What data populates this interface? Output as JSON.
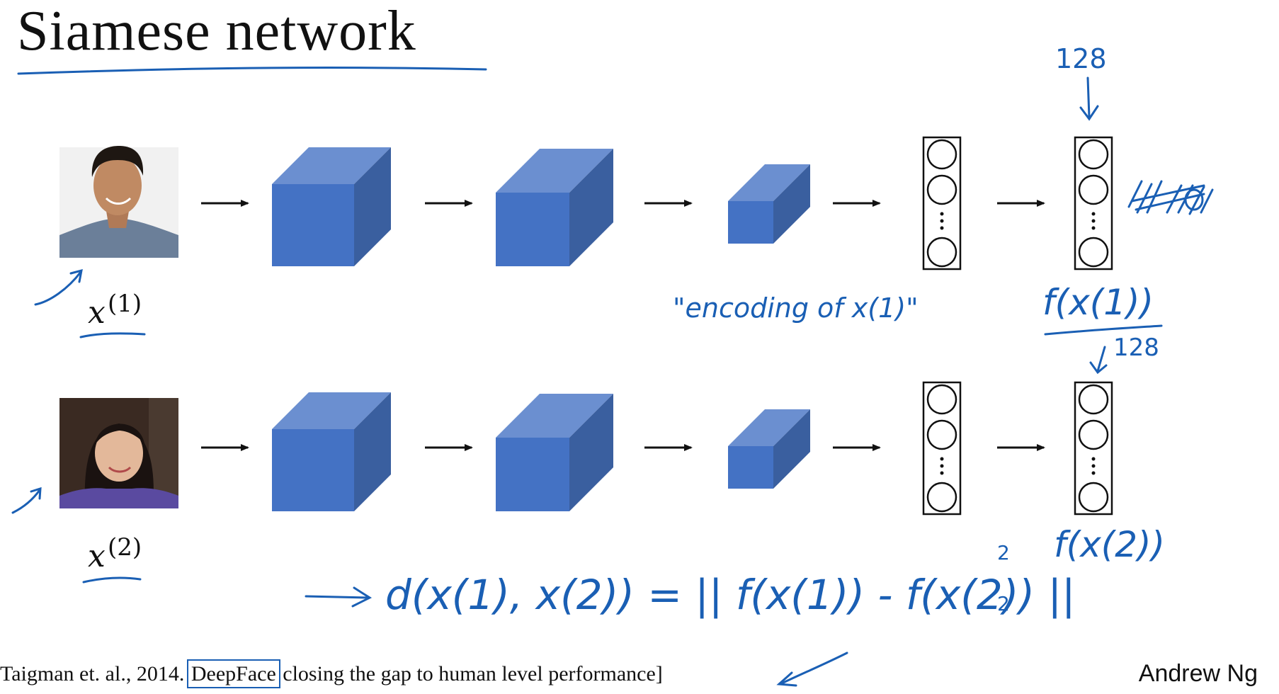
{
  "title": "Siamese network",
  "inputs": [
    {
      "label_var": "x",
      "label_sup": "(1)",
      "photo_icon": "face-photo-man"
    },
    {
      "label_var": "x",
      "label_sup": "(2)",
      "photo_icon": "face-photo-woman"
    }
  ],
  "annotations": {
    "dim_top": "128",
    "dim_bottom": "128",
    "encoding_note": "\"encoding of x(1)\"",
    "f_x1": "f(x(1))",
    "f_x2": "f(x(2))",
    "distance_formula": "d(x(1), x(2)) = || f(x(1)) - f(x(2)) ||",
    "norm_sup": "2",
    "norm_sub": "2"
  },
  "citation": {
    "before": "Taigman et. al., 2014. ",
    "highlight": "DeepFace",
    "after": " closing the gap to human level performance]"
  },
  "author": "Andrew Ng",
  "colors": {
    "cube_front": "#4472c4",
    "cube_top": "#6b8fd0",
    "cube_side": "#3a5f9f",
    "ink": "#1a5fb4"
  }
}
